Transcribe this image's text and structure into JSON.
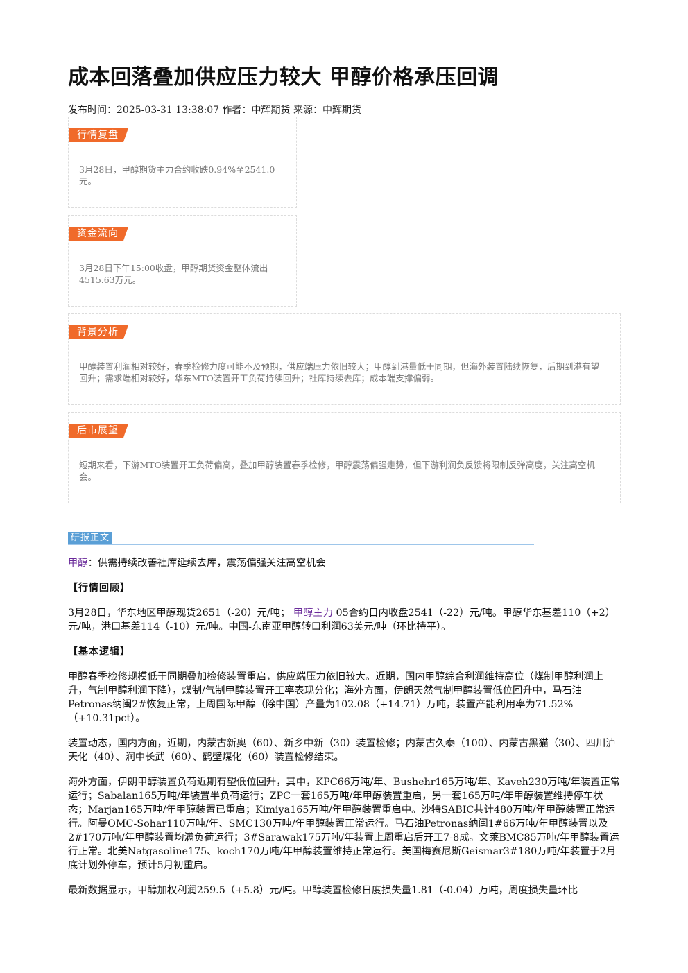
{
  "article": {
    "title": "成本回落叠加供应压力较大 甲醇价格承压回调",
    "meta": "发布时间：2025-03-31 13:38:07 作者：中辉期货 来源：中辉期货"
  },
  "summary_cards": [
    {
      "tag": "行情复盘",
      "text": "3月28日，甲醇期货主力合约收跌0.94%至2541.0元。"
    },
    {
      "tag": "资金流向",
      "text": "3月28日下午15:00收盘，甲醇期货资金整体流出4515.63万元。"
    },
    {
      "tag": "背景分析",
      "text": "甲醇装置利润相对较好，春季检修力度可能不及预期，供应端压力依旧较大；甲醇到港量低于同期，但海外装置陆续恢复，后期到港有望回升；需求端相对较好，华东MTO装置开工负荷持续回升；社库持续去库；成本端支撑偏弱。"
    },
    {
      "tag": "后市展望",
      "text": "短期来看，下游MTO装置开工负荷偏高，叠加甲醇装置春季检修，甲醇震荡偏强走势，但下游利润负反馈将限制反弹高度，关注高空机会。"
    }
  ],
  "report": {
    "tag": "研报正文",
    "intro_link": "甲醇",
    "intro_text": "：供需持续改善社库延续去库，震荡偏强关注高空机会",
    "heading1": "【行情回顾】",
    "review_part1": "3月28日，华东地区甲醇现货2651（-20）元/吨；",
    "review_link": " 甲醇主力 ",
    "review_part2": "05合约日内收盘2541（-22）元/吨。甲醇华东基差110（+2）元/吨，港口基差114（-10）元/吨。中国-东南亚甲醇转口利润63美元/吨（环比持平）。",
    "heading2": "【基本逻辑】",
    "logic1": "甲醇春季检修规模低于同期叠加检修装置重启，供应端压力依旧较大。近期，国内甲醇综合利润维持高位（煤制甲醇利润上升，气制甲醇利润下降），煤制/气制甲醇装置开工率表现分化；海外方面，伊朗天然气制甲醇装置低位回升中，马石油Petronas纳闽2#恢复正常，上周国际甲醇（除中国）产量为102.08（+14.71）万吨，装置产能利用率为71.52%（+10.31pct）。",
    "logic2": "装置动态，国内方面，近期，内蒙古新奥（60）、新乡中新（30）装置检修；内蒙古久泰（100）、内蒙古黑猫（30）、四川泸天化（40）、润中长武（60）、鹤壁煤化（60）装置检修结束。",
    "logic3": "海外方面，伊朗甲醇装置负荷近期有望低位回升，其中，KPC66万吨/年、Bushehr165万吨/年、Kaveh230万吨/年装置正常运行；Sabalan165万吨/年装置半负荷运行；ZPC一套165万吨/年甲醇装置重启，另一套165万吨/年甲醇装置维持停车状态；Marjan165万吨/年甲醇装置已重启；Kimiya165万吨/年甲醇装置重启中。沙特SABIC共计480万吨/年甲醇装置正常运行。阿曼OMC-Sohar110万吨/年、SMC130万吨/年甲醇装置正常运行。马石油Petronas纳闽1#66万吨/年甲醇装置以及2#170万吨/年甲醇装置均满负荷运行；3#Sarawak175万吨/年装置上周重启后开工7-8成。文莱BMC85万吨/年甲醇装置运行正常。北美Natgasoline175、koch170万吨/年甲醇装置维持正常运行。美国梅赛尼斯Geismar3#180万吨/年装置于2月底计划外停车，预计5月初重启。",
    "logic4": "最新数据显示，甲醇加权利润259.5（+5.8）元/吨。甲醇装置检修日度损失量1.81（-0.04）万吨，周度损失量环比"
  }
}
